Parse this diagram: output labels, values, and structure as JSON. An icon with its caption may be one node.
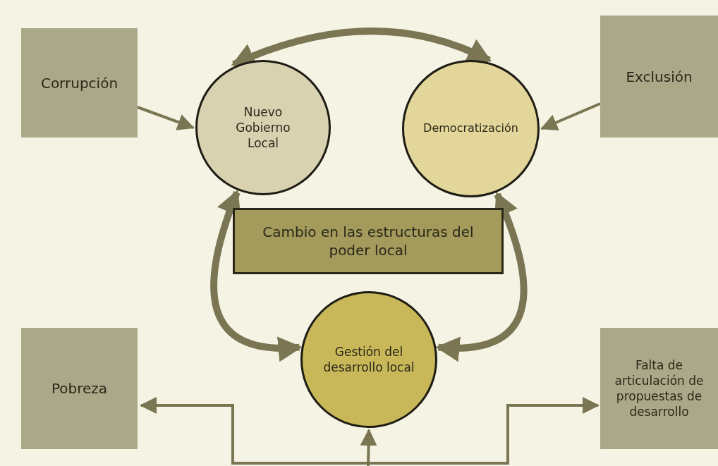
{
  "diagram": {
    "nodes": [
      {
        "text": [
          "Corrupción"
        ]
      },
      {
        "text": [
          "Nuevo Gobierno Local"
        ]
      },
      {
        "text": [
          "Democratización"
        ]
      },
      {
        "text": [
          "Exclusión"
        ]
      },
      {
        "text": [
          "Cambio en las estructuras del poder local"
        ]
      },
      {
        "text": [
          "Pobreza"
        ]
      },
      {
        "text": [
          "Gestión del desarrollo local"
        ]
      },
      {
        "text": [
          "Falta de articulación de propuestas de desarrollo"
        ]
      }
    ],
    "edges": [
      {
        "from": 0,
        "to": 1,
        "arrow": "to"
      },
      {
        "from": 3,
        "to": 2,
        "arrow": "to"
      },
      {
        "from": 1,
        "to": 2,
        "arrow": "both",
        "style": "thick"
      },
      {
        "from": 1,
        "to": 6,
        "arrow": "both",
        "style": "thick"
      },
      {
        "from": 2,
        "to": 6,
        "arrow": "both",
        "style": "thick"
      },
      {
        "from": null,
        "to": 6,
        "arrow": "to"
      },
      {
        "from": null,
        "to": 5,
        "arrow": "to"
      },
      {
        "from": null,
        "to": 7,
        "arrow": "to"
      }
    ]
  }
}
